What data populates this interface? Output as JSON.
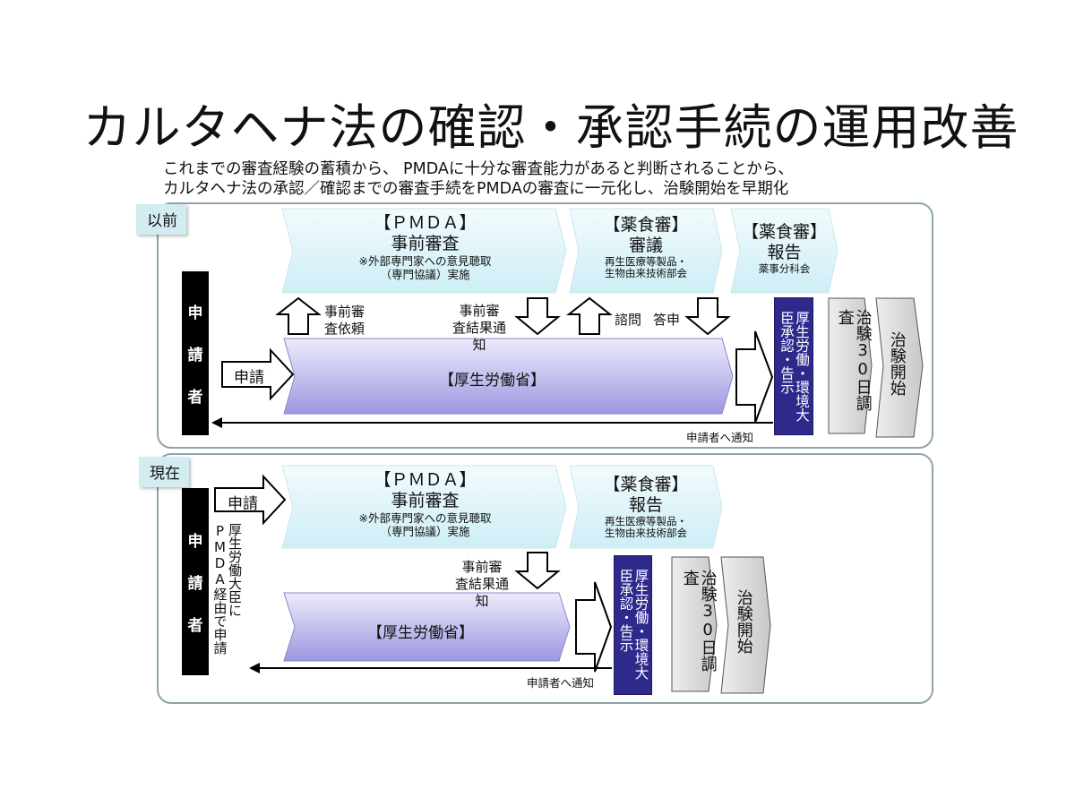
{
  "title": "カルタヘナ法の確認・承認手続の運用改善",
  "intro": {
    "line1": "これまでの審査経験の蓄積から、 PMDAに十分な審査能力があると判断されることから、",
    "line2": "カルタヘナ法の承認／確認までの審査手続をPMDAの審査に一元化し、治験開始を早期化"
  },
  "before": {
    "tag": "以前",
    "applicant": [
      "申",
      "請",
      "者"
    ],
    "pmda": {
      "head": "【ＰＭＤＡ】",
      "main": "事前審査",
      "note1": "※外部専門家への意見聴取",
      "note2": "（専門協議）実施"
    },
    "council": {
      "head": "【薬食審】",
      "main": "審議",
      "note1": "再生医療等製品・",
      "note2": "生物由来技術部会"
    },
    "report": {
      "head": "【薬食審】",
      "main": "報告",
      "note1": "薬事分科会"
    },
    "req1": "事前審",
    "req2": "査依頼",
    "res1": "事前審",
    "res2": "査結果通",
    "res3": "知",
    "consult": "諮問",
    "answer": "答申",
    "apply": "申請",
    "ministry": "【厚生労働省】",
    "minister": "厚生労働・環境大臣承認・告示",
    "trial30": "治験30日調査",
    "trialstart": "治験開始",
    "notify": "申請者へ通知"
  },
  "now": {
    "tag": "現在",
    "applicant": [
      "申",
      "請",
      "者"
    ],
    "via": "厚生労働大臣にPMDA経由で申請",
    "pmda": {
      "head": "【ＰＭＤＡ】",
      "main": "事前審査",
      "note1": "※外部専門家への意見聴取",
      "note2": "（専門協議）実施"
    },
    "report": {
      "head": "【薬食審】",
      "main": "報告",
      "note1": "再生医療等製品・",
      "note2": "生物由来技術部会"
    },
    "res1": "事前審",
    "res2": "査結果通",
    "res3": "知",
    "apply": "申請",
    "ministry": "【厚生労働省】",
    "minister": "厚生労働・環境大臣承認・告示",
    "trial30": "治験30日調査",
    "trialstart": "治験開始",
    "notify": "申請者へ通知"
  }
}
